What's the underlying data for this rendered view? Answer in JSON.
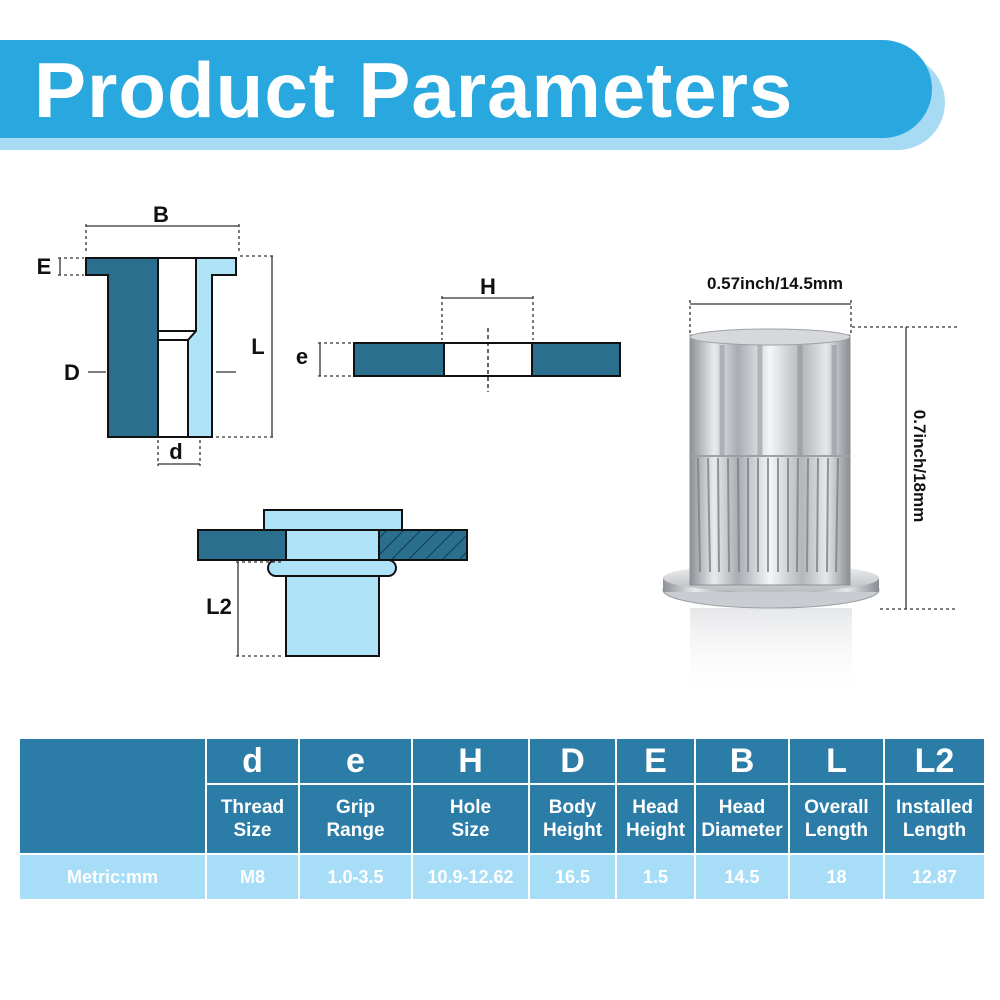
{
  "header": {
    "title": "Product Parameters"
  },
  "diagram": {
    "labels": {
      "B": "B",
      "E": "E",
      "D": "D",
      "d": "d",
      "L": "L",
      "H": "H",
      "e": "e",
      "L2": "L2"
    }
  },
  "photo": {
    "width_label": "0.57inch/14.5mm",
    "height_label": "0.7inch/18mm"
  },
  "table": {
    "row_label": "Metric:mm",
    "columns": [
      {
        "symbol": "d",
        "name_line1": "Thread",
        "name_line2": "Size",
        "value": "M8"
      },
      {
        "symbol": "e",
        "name_line1": "Grip",
        "name_line2": "Range",
        "value": "1.0-3.5"
      },
      {
        "symbol": "H",
        "name_line1": "Hole",
        "name_line2": "Size",
        "value": "10.9-12.62"
      },
      {
        "symbol": "D",
        "name_line1": "Body",
        "name_line2": "Height",
        "value": "16.5"
      },
      {
        "symbol": "E",
        "name_line1": "Head",
        "name_line2": "Height",
        "value": "1.5"
      },
      {
        "symbol": "B",
        "name_line1": "Head",
        "name_line2": "Diameter",
        "value": "14.5"
      },
      {
        "symbol": "L",
        "name_line1": "Overall",
        "name_line2": "Length",
        "value": "18"
      },
      {
        "symbol": "L2",
        "name_line1": "Installed",
        "name_line2": "Length",
        "value": "12.87"
      }
    ]
  },
  "colors": {
    "banner": "#29a8e0",
    "banner_shadow": "#a6dbf3",
    "steel_blue": "#2b6f8f",
    "light_blue": "#aee2f7",
    "table_dark": "#2b7ca6",
    "table_light": "#a7ddf6"
  }
}
